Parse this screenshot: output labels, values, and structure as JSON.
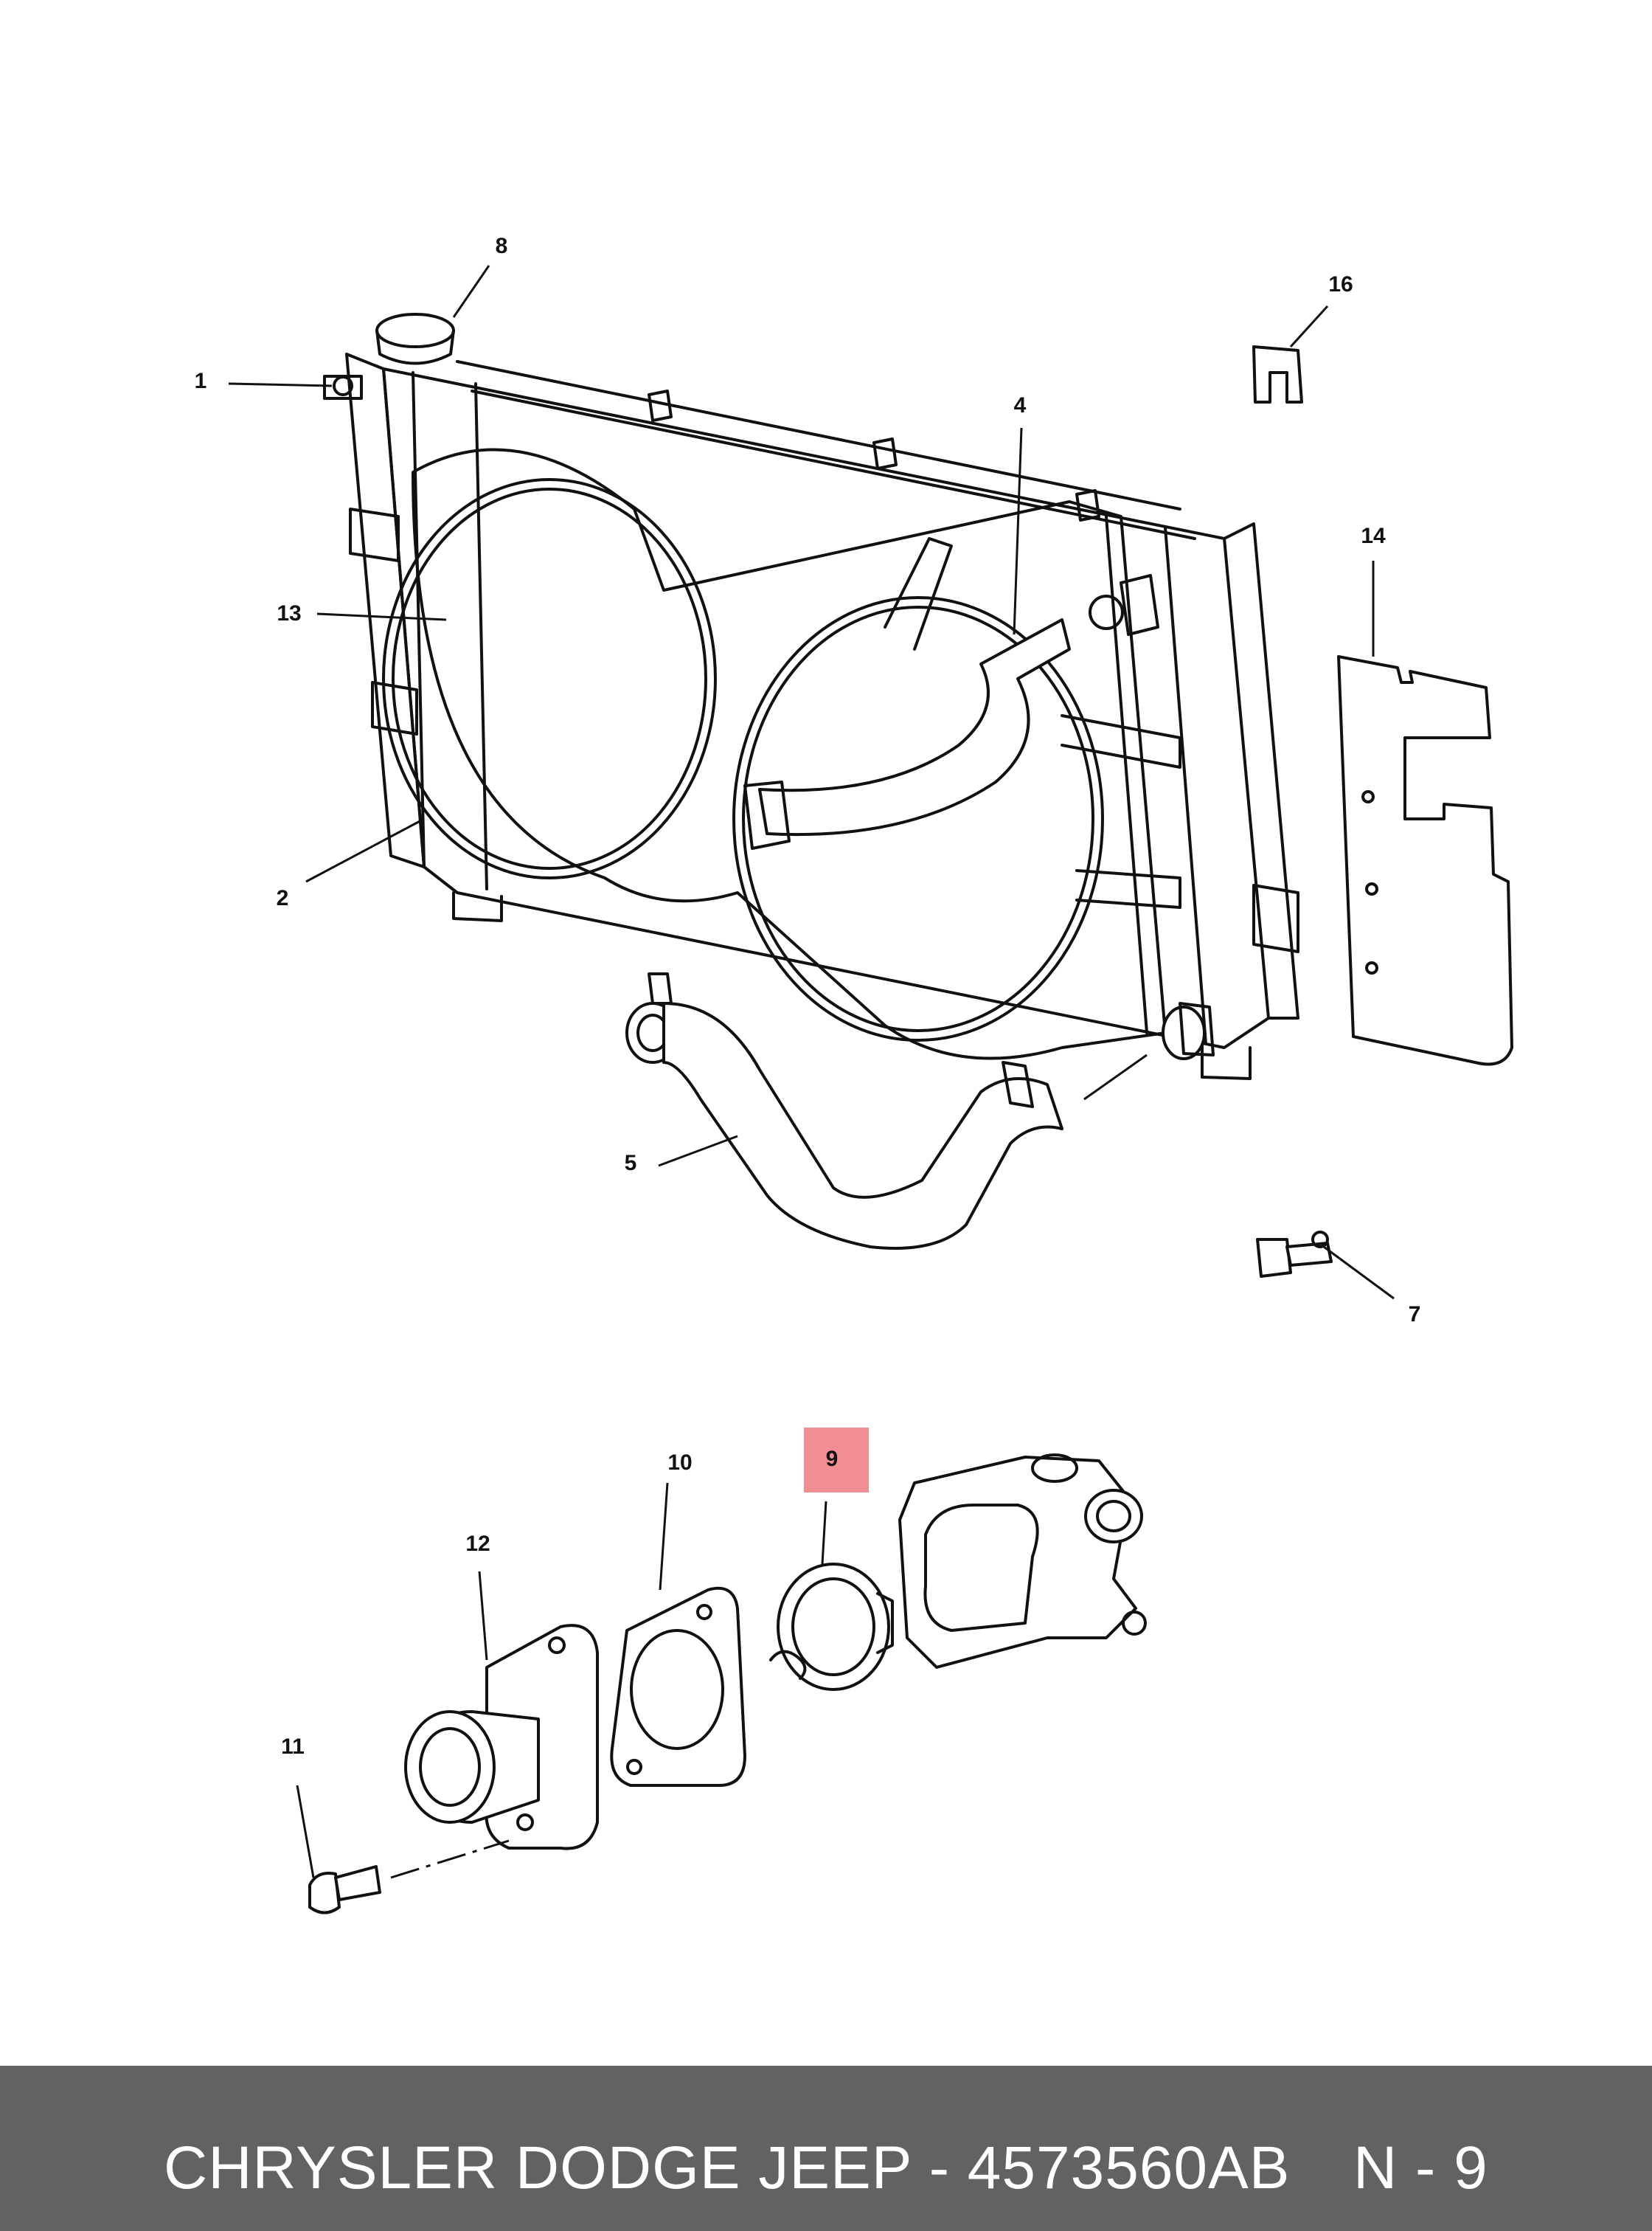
{
  "footer": {
    "brand_part": "CHRYSLER DODGE JEEP - 4573560AB",
    "ref_code": "N - 9"
  },
  "highlight": {
    "callout": "9",
    "color": "#f08e94"
  },
  "callouts": {
    "c1": "1",
    "c2": "2",
    "c4": "4",
    "c5": "5",
    "c7": "7",
    "c8": "8",
    "c9": "9",
    "c10": "10",
    "c11": "11",
    "c12": "12",
    "c13": "13",
    "c14": "14",
    "c16": "16"
  },
  "colors": {
    "line": "#111111",
    "background": "#ffffff",
    "footer_bg": "#626262",
    "footer_text": "#ffffff"
  }
}
